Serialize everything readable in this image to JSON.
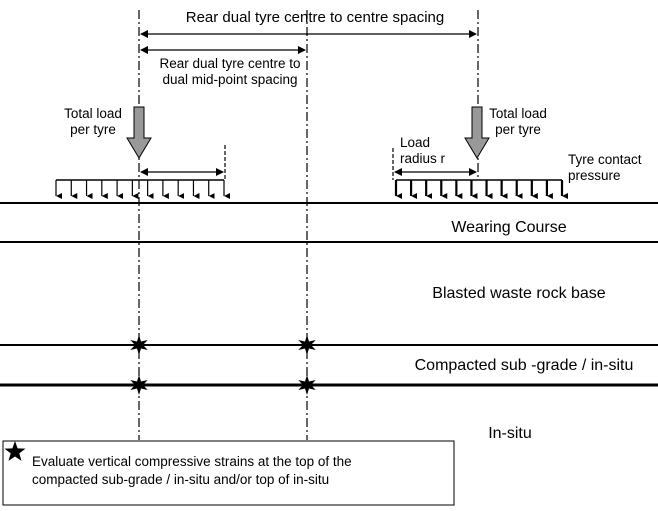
{
  "dimensions": {
    "rear_dual_centre_to_centre": "Rear dual tyre centre to centre spacing",
    "centre_to_midpoint_line1": "Rear dual tyre centre to",
    "centre_to_midpoint_line2": "dual mid-point spacing"
  },
  "loads": {
    "left_total_load_line1": "Total load",
    "left_total_load_line2": "per tyre",
    "right_total_load_line1": "Total load",
    "right_total_load_line2": "per tyre",
    "load_radius_line1": "Load",
    "load_radius_line2": "radius r",
    "contact_pressure_line1": "Tyre contact",
    "contact_pressure_line2": "pressure"
  },
  "layers": {
    "wearing_course": "Wearing Course",
    "base": "Blasted waste rock base",
    "subgrade": "Compacted sub -grade / in-situ",
    "insitu": "In-situ"
  },
  "legend": {
    "line1": "Evaluate vertical compressive strains at the top of the",
    "line2": "compacted sub-grade / in-situ and/or top of in-situ"
  },
  "colors": {
    "load_arrow_fill": "#999999",
    "line": "#000000"
  }
}
